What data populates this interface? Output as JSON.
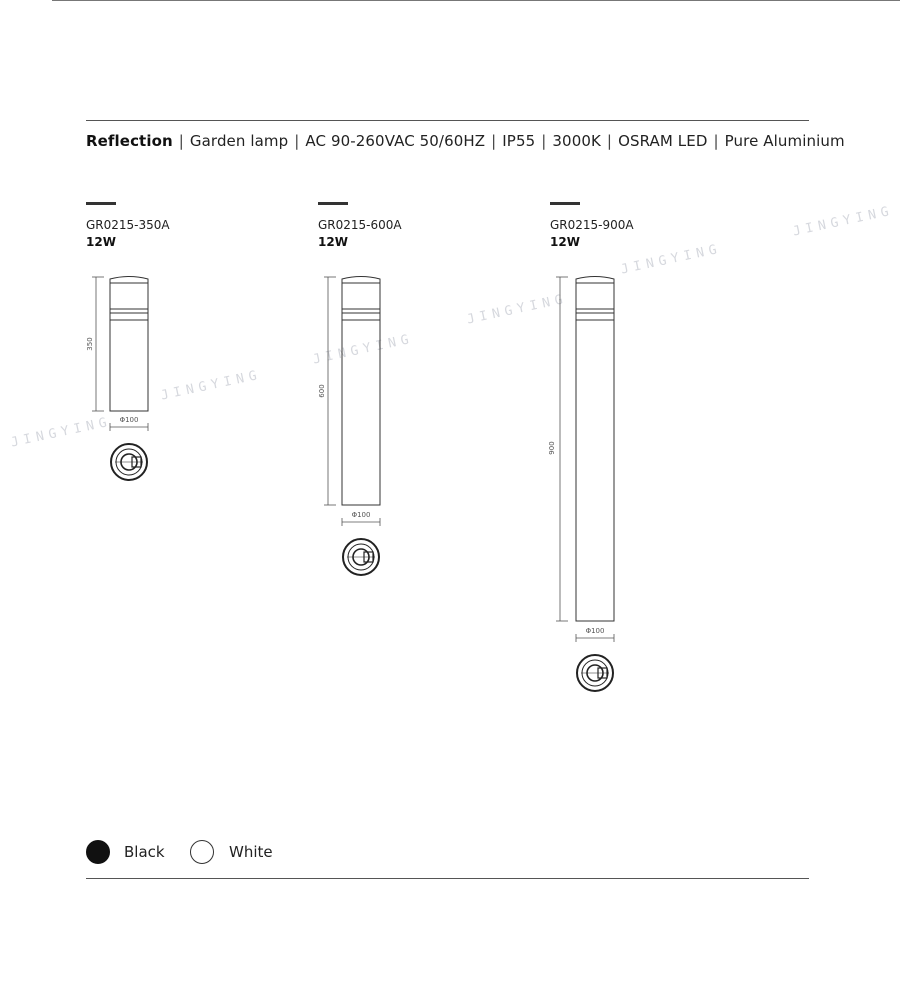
{
  "header": {
    "product_name": "Reflection",
    "specs": [
      "Garden lamp",
      "AC 90-260VAC 50/60HZ",
      "IP55",
      "3000K",
      "OSRAM LED",
      "Pure Aluminium"
    ]
  },
  "models": [
    {
      "code": "GR0215-350A",
      "power": "12W",
      "height_label": "350",
      "diameter_label": "Φ100"
    },
    {
      "code": "GR0215-600A",
      "power": "12W",
      "height_label": "600",
      "diameter_label": "Φ100"
    },
    {
      "code": "GR0215-900A",
      "power": "12W",
      "height_label": "900",
      "diameter_label": "Φ100"
    }
  ],
  "colors": {
    "options": [
      {
        "label": "Black",
        "hex": "#111111"
      },
      {
        "label": "White",
        "hex": "#ffffff"
      }
    ]
  },
  "watermark": {
    "text": "JINGYING"
  }
}
